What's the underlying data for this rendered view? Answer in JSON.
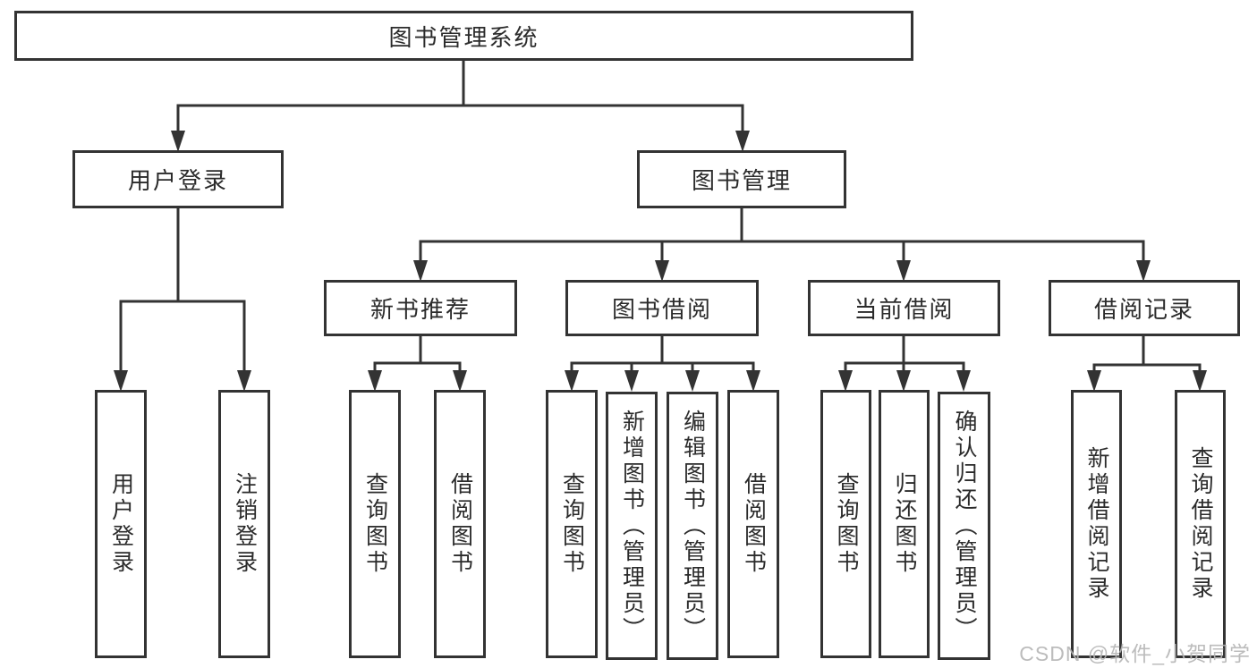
{
  "diagram": {
    "type": "hierarchy-tree",
    "colors": {
      "line": "#333333",
      "border": "#333333",
      "box_background": "#ffffff",
      "text": "#2b2b2b",
      "watermark_text": "#b5b5b5"
    },
    "watermark": "CSDN @软件_小贺同学",
    "nodes": {
      "root": "图书管理系统",
      "user_login": "用户登录",
      "book_mgmt": "图书管理",
      "new_book_rec": "新书推荐",
      "book_borrow": "图书借阅",
      "current_borrow": "当前借阅",
      "borrow_record": "借阅记录",
      "leaf_user_login": "用户登录",
      "leaf_logout": "注销登录",
      "leaf_query_book_1": "查询图书",
      "leaf_borrow_book_1": "借阅图书",
      "leaf_query_book_2": "查询图书",
      "leaf_add_book": "新增图书（管理员）",
      "leaf_edit_book": "编辑图书（管理员）",
      "leaf_borrow_book_2": "借阅图书",
      "leaf_query_book_3": "查询图书",
      "leaf_return_book": "归还图书",
      "leaf_confirm_return": "确认归还（管理员）",
      "leaf_add_record": "新增借阅记录",
      "leaf_query_record": "查询借阅记录"
    },
    "hierarchy": {
      "图书管理系统": {
        "用户登录": [
          "用户登录",
          "注销登录"
        ],
        "图书管理": {
          "新书推荐": [
            "查询图书",
            "借阅图书"
          ],
          "图书借阅": [
            "查询图书",
            "新增图书（管理员）",
            "编辑图书（管理员）",
            "借阅图书"
          ],
          "当前借阅": [
            "查询图书",
            "归还图书",
            "确认归还（管理员）"
          ],
          "借阅记录": [
            "新增借阅记录",
            "查询借阅记录"
          ]
        }
      }
    }
  }
}
